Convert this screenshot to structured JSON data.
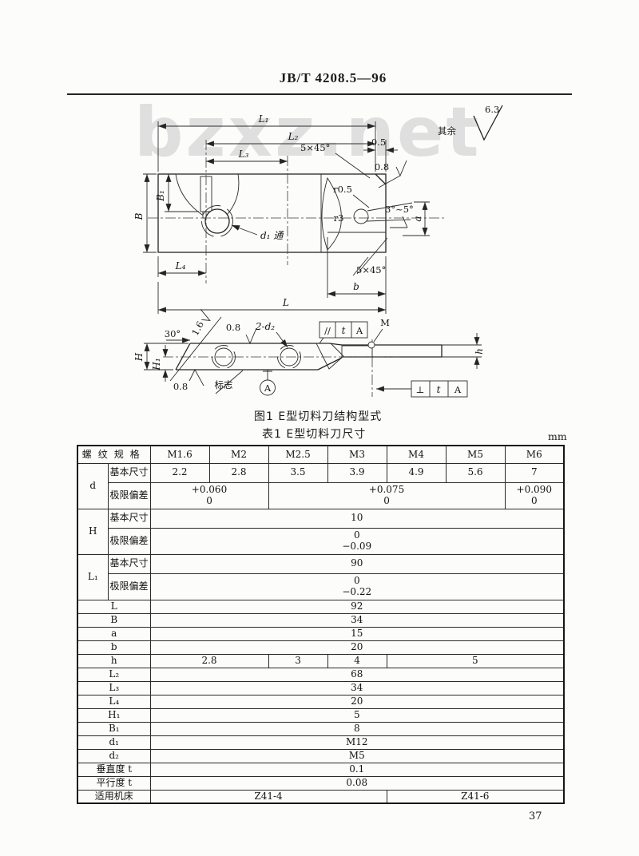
{
  "page": {
    "standard_number": "JB/T 4208.5—96",
    "figure_caption": "图1  E型切料刀结构型式",
    "table_caption": "表1  E型切料刀尺寸",
    "unit": "mm",
    "page_number": "37",
    "watermark": "bzxz.net"
  },
  "figure": {
    "general_roughness": {
      "label": "其余",
      "value": "6.3"
    },
    "dims": {
      "L1": "L₁",
      "L2": "L₂",
      "L3": "L₃",
      "L4": "L₄",
      "L": "L",
      "B": "B",
      "B1": "B₁",
      "a": "a",
      "b": "b",
      "H": "H",
      "H1": "H₁",
      "h": "h"
    },
    "annotations": {
      "chamfer_top": "5×45°",
      "chamfer_bottom": "5×45°",
      "edge_offset": "0.5",
      "fillet_r05": "r0.5",
      "fillet_r3": "r3",
      "relief_angle": "3°~5°",
      "hole_d1": "d₁ 通",
      "angle_30": "30°",
      "rough_16": "1.6",
      "rough_08_top": "0.8",
      "rough_08_face": "0.8",
      "rough_08_bottom": "0.8",
      "holes_d2": "2-d₂",
      "m_label": "M",
      "mark": "标志",
      "datum": "A"
    },
    "tolerance_frames": {
      "parallelism": [
        "//",
        "t",
        "A"
      ],
      "perpendicularity": [
        "⊥",
        "t",
        "A"
      ]
    }
  },
  "table": {
    "rows": [
      {
        "type": "header",
        "cells": [
          {
            "t": "螺纹规格",
            "cs": 2,
            "k": "cnhead"
          },
          {
            "t": "M1.6"
          },
          {
            "t": "M2"
          },
          {
            "t": "M2.5"
          },
          {
            "t": "M3"
          },
          {
            "t": "M4"
          },
          {
            "t": "M5"
          },
          {
            "t": "M6"
          }
        ]
      },
      {
        "type": "basic",
        "cells": [
          {
            "t": "d",
            "rs": 2,
            "k": "var"
          },
          {
            "t": "基本尺寸",
            "k": "cn"
          },
          {
            "t": "2.2"
          },
          {
            "t": "2.8"
          },
          {
            "t": "3.5"
          },
          {
            "t": "3.9"
          },
          {
            "t": "4.9"
          },
          {
            "t": "5.6"
          },
          {
            "t": "7"
          }
        ]
      },
      {
        "type": "dev",
        "cells": [
          {
            "t": "极限偏差",
            "k": "cn"
          },
          {
            "t": "+0.060\n0",
            "cs": 2
          },
          {
            "t": "+0.075\n0",
            "cs": 4
          },
          {
            "t": "+0.090\n0"
          }
        ]
      },
      {
        "type": "basic",
        "cells": [
          {
            "t": "H",
            "rs": 2,
            "k": "var"
          },
          {
            "t": "基本尺寸",
            "k": "cn"
          },
          {
            "t": "10",
            "cs": 7
          }
        ]
      },
      {
        "type": "dev",
        "cells": [
          {
            "t": "极限偏差",
            "k": "cn"
          },
          {
            "t": "0\n−0.09",
            "cs": 7
          }
        ]
      },
      {
        "type": "basic",
        "cells": [
          {
            "t": "L₁",
            "rs": 2,
            "k": "var"
          },
          {
            "t": "基本尺寸",
            "k": "cn"
          },
          {
            "t": "90",
            "cs": 7
          }
        ]
      },
      {
        "type": "dev",
        "cells": [
          {
            "t": "极限偏差",
            "k": "cn"
          },
          {
            "t": "0\n−0.22",
            "cs": 7
          }
        ]
      },
      {
        "type": "single",
        "cells": [
          {
            "t": "L",
            "cs": 2,
            "k": "var"
          },
          {
            "t": "92",
            "cs": 7
          }
        ]
      },
      {
        "type": "single",
        "cells": [
          {
            "t": "B",
            "cs": 2,
            "k": "var"
          },
          {
            "t": "34",
            "cs": 7
          }
        ]
      },
      {
        "type": "single",
        "cells": [
          {
            "t": "a",
            "cs": 2,
            "k": "var"
          },
          {
            "t": "15",
            "cs": 7
          }
        ]
      },
      {
        "type": "single",
        "cells": [
          {
            "t": "b",
            "cs": 2,
            "k": "var"
          },
          {
            "t": "20",
            "cs": 7
          }
        ]
      },
      {
        "type": "single",
        "cells": [
          {
            "t": "h",
            "cs": 2,
            "k": "var"
          },
          {
            "t": "2.8",
            "cs": 2
          },
          {
            "t": "3"
          },
          {
            "t": "4"
          },
          {
            "t": "5",
            "cs": 3
          }
        ]
      },
      {
        "type": "single",
        "cells": [
          {
            "t": "L₂",
            "cs": 2,
            "k": "var"
          },
          {
            "t": "68",
            "cs": 7
          }
        ]
      },
      {
        "type": "single",
        "cells": [
          {
            "t": "L₃",
            "cs": 2,
            "k": "var"
          },
          {
            "t": "34",
            "cs": 7
          }
        ]
      },
      {
        "type": "single",
        "cells": [
          {
            "t": "L₄",
            "cs": 2,
            "k": "var"
          },
          {
            "t": "20",
            "cs": 7
          }
        ]
      },
      {
        "type": "single",
        "cells": [
          {
            "t": "H₁",
            "cs": 2,
            "k": "var"
          },
          {
            "t": "5",
            "cs": 7
          }
        ]
      },
      {
        "type": "single",
        "cells": [
          {
            "t": "B₁",
            "cs": 2,
            "k": "var"
          },
          {
            "t": "8",
            "cs": 7
          }
        ]
      },
      {
        "type": "single",
        "cells": [
          {
            "t": "d₁",
            "cs": 2,
            "k": "var"
          },
          {
            "t": "M12",
            "cs": 7
          }
        ]
      },
      {
        "type": "single",
        "cells": [
          {
            "t": "d₂",
            "cs": 2,
            "k": "var"
          },
          {
            "t": "M5",
            "cs": 7
          }
        ]
      },
      {
        "type": "single",
        "cells": [
          {
            "t": "垂直度 t",
            "cs": 2,
            "k": "cn"
          },
          {
            "t": "0.1",
            "cs": 7
          }
        ]
      },
      {
        "type": "single",
        "cells": [
          {
            "t": "平行度 t",
            "cs": 2,
            "k": "cn"
          },
          {
            "t": "0.08",
            "cs": 7
          }
        ]
      },
      {
        "type": "single",
        "cells": [
          {
            "t": "适用机床",
            "cs": 2,
            "k": "cn"
          },
          {
            "t": "Z41-4",
            "cs": 4,
            "k": "nbr"
          },
          {
            "t": "Z41-6",
            "cs": 3,
            "k": "nbl"
          }
        ]
      }
    ]
  }
}
